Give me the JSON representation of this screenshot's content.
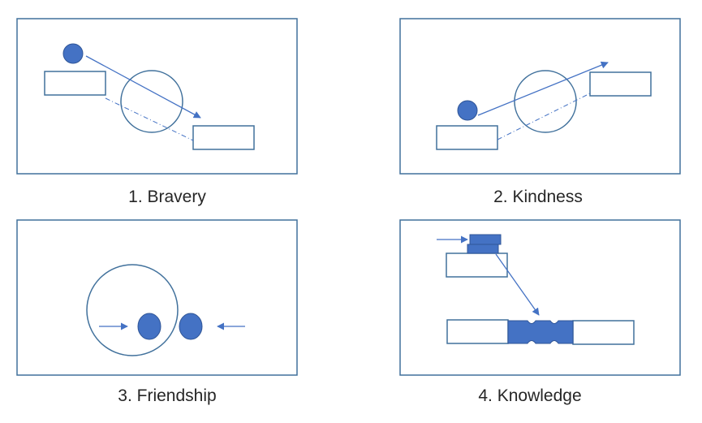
{
  "panels": [
    {
      "caption": "1. Bravery"
    },
    {
      "caption": "2. Kindness"
    },
    {
      "caption": "3. Friendship"
    },
    {
      "caption": "4. Knowledge"
    }
  ],
  "colors": {
    "frame_stroke": "#41719c",
    "shape_fill": "#4472c4",
    "shape_stroke": "#2f5597",
    "arrow": "#4472c4",
    "text": "#262626"
  }
}
